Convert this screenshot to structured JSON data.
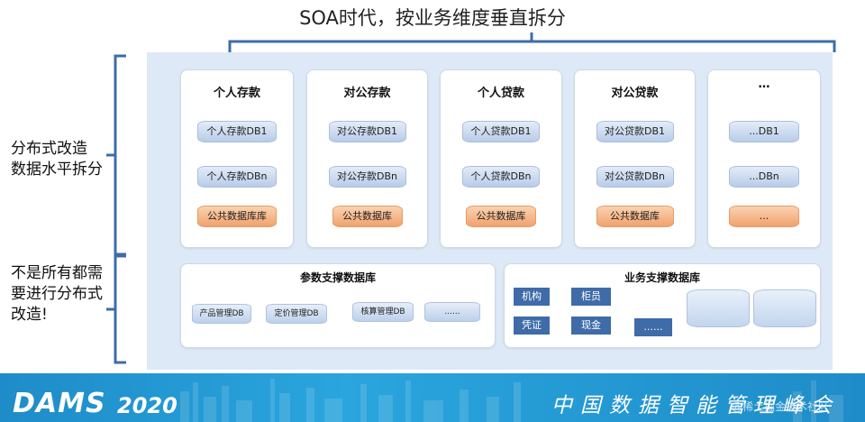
{
  "top_title": "SOA时代，按业务维度垂直拆分",
  "side_labels": {
    "horizontal_1": "分布式改造",
    "horizontal_2": "数据水平拆分",
    "not_all_1": "不是所有都需",
    "not_all_2": "要进行分布式",
    "not_all_3": "改造!"
  },
  "columns": [
    {
      "title": "个人存款",
      "db1": "个人存款DB1",
      "dots": "⋮",
      "dbn": "个人存款DBn",
      "public": "公共数据库库"
    },
    {
      "title": "对公存款",
      "db1": "对公存款DB1",
      "dots": "⋮",
      "dbn": "对公存款DBn",
      "public": "公共数据库"
    },
    {
      "title": "个人贷款",
      "db1": "个人贷款DB1",
      "dots": "⋮",
      "dbn": "个人贷款DBn",
      "public": "公共数据库"
    },
    {
      "title": "对公贷款",
      "db1": "对公贷款DB1",
      "dots": "⋮",
      "dbn": "对公贷款DBn",
      "public": "公共数据库"
    },
    {
      "title": "…",
      "db1": "...DB1",
      "dots": "⋮",
      "dbn": "...DBn",
      "public": "..."
    }
  ],
  "param_support": {
    "title": "参数支撑数据库",
    "items": [
      "产品管理DB",
      "定价管理DB",
      "核算管理DB",
      "......"
    ]
  },
  "business_support": {
    "title": "业务支撑数据库",
    "tags": [
      "机构",
      "柜员",
      "凭证",
      "现金",
      "......"
    ]
  },
  "footer": {
    "logo": "DAMS",
    "year": "2020",
    "slogan": "中国数据智能管理峰会",
    "watermark": "@稀土掘金技术社区"
  },
  "colors": {
    "panel_bg": "#dde9f6",
    "bracket": "#3f6ca8",
    "db_blue": "#b8cce8",
    "db_orange": "#f0a26c",
    "tag_blue": "#3f6ca8",
    "footer_blue": "#1e8cc8"
  }
}
